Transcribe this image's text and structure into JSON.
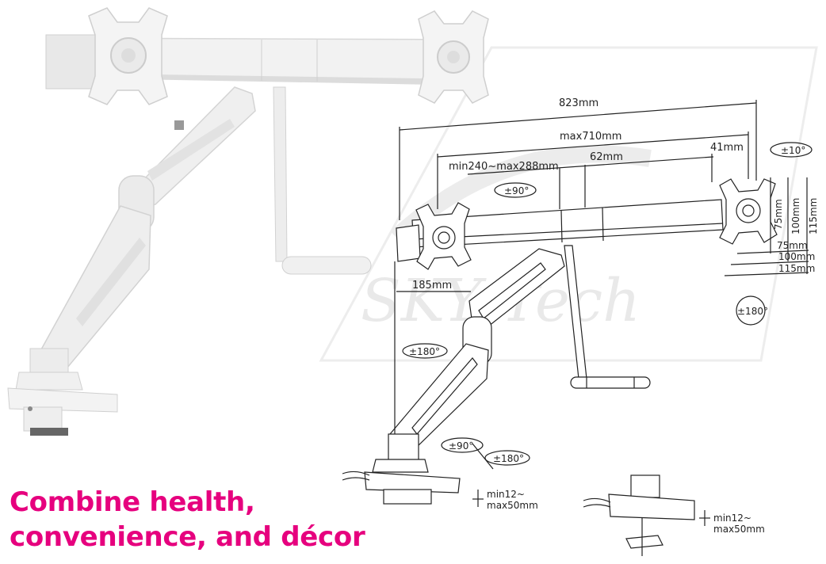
{
  "headline": {
    "line1": "Combine health,",
    "line2": "convenience, and décor"
  },
  "watermark": "SKY Tech",
  "dimensions": {
    "overall_width": "823mm",
    "max_span": "max710mm",
    "arm_range": "min240~max288mm",
    "center_offset": "62mm",
    "vesa_offset": "41mm",
    "base_offset": "185mm",
    "vesa_75": "75mm",
    "vesa_100": "100mm",
    "vesa_115": "115mm",
    "clamp_range_line1": "min12~",
    "clamp_range_line2": "max50mm"
  },
  "rotations": {
    "tilt": "±10°",
    "swivel_90_top": "±90°",
    "rotate_180_right": "±180°",
    "rotate_180_arm": "±180°",
    "swivel_90_base": "±90°",
    "rotate_180_base": "±180°"
  },
  "colors": {
    "accent": "#e6007e",
    "product": "#eeeeee",
    "line": "#222222",
    "watermark": "#e9e9e9"
  }
}
